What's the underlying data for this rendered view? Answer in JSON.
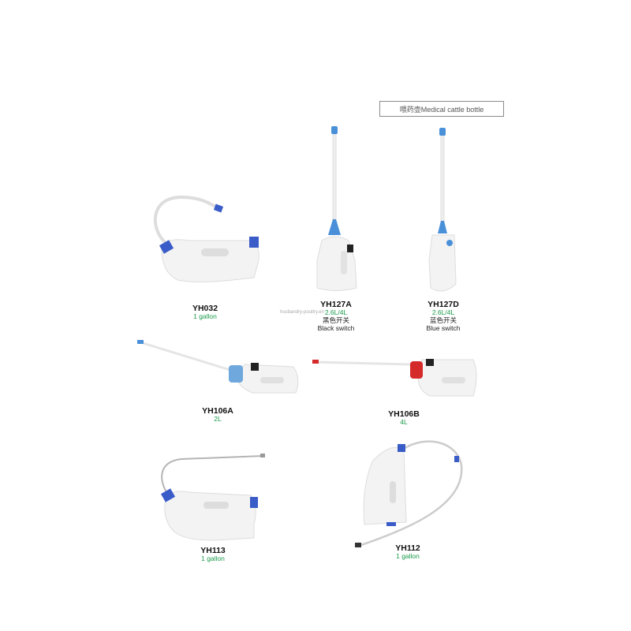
{
  "header": {
    "title": "喂药壶Medical cattle bottle"
  },
  "watermark": "husbandry-poultry.en",
  "colors": {
    "spec_green": "#1a9a4a",
    "cap_blue": "#3a5cc8",
    "light_blue": "#4a90d9",
    "red": "#d42a2a"
  },
  "products": [
    {
      "model": "YH032",
      "spec": "1 gallon"
    },
    {
      "model": "YH127A",
      "spec": "2.6L/4L",
      "switch_cn": "黑色开关",
      "switch_en": "Black switch"
    },
    {
      "model": "YH127D",
      "spec": "2.6L/4L",
      "switch_cn": "蓝色开关",
      "switch_en": "Blue switch"
    },
    {
      "model": "YH106A",
      "spec": "2L"
    },
    {
      "model": "YH106B",
      "spec": "4L"
    },
    {
      "model": "YH113",
      "spec": "1 gallon"
    },
    {
      "model": "YH112",
      "spec": "1 gallon"
    }
  ]
}
